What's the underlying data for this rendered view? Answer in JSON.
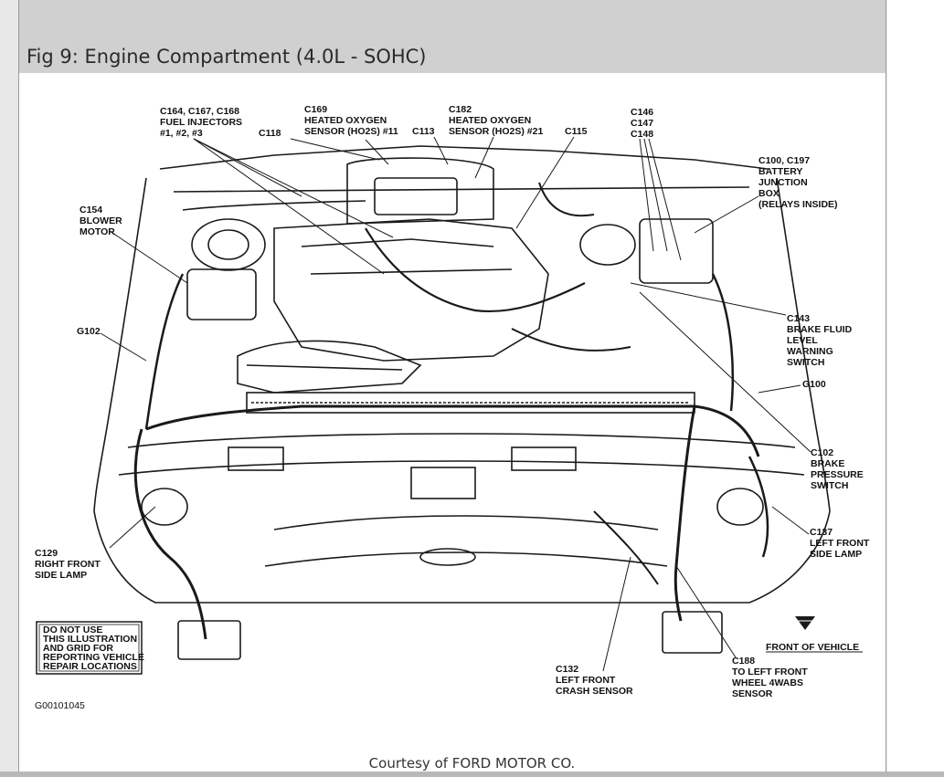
{
  "figure": {
    "title": "Fig 9: Engine Compartment (4.0L - SOHC)",
    "courtesy": "Courtesy of FORD MOTOR CO.",
    "image_code": "G00101045",
    "disclaimer": [
      "DO NOT USE",
      "THIS ILLUSTRATION",
      "AND GRID FOR",
      "REPORTING VEHICLE",
      "REPAIR  LOCATIONS"
    ],
    "direction_label": "FRONT OF VEHICLE"
  },
  "labels": {
    "fuel_injectors": [
      "C164, C167, C168",
      "FUEL INJECTORS",
      "#1, #2, #3"
    ],
    "c118": [
      "C118"
    ],
    "ho2s_11": [
      "C169",
      "HEATED OXYGEN",
      "SENSOR (HO2S) #11"
    ],
    "c113": [
      "C113"
    ],
    "ho2s_21": [
      "C182",
      "HEATED OXYGEN",
      "SENSOR (HO2S) #21"
    ],
    "c115": [
      "C115"
    ],
    "c146": [
      "C146",
      "C147",
      "C148"
    ],
    "battery_junction": [
      "C100, C197",
      "BATTERY",
      "JUNCTION",
      "BOX",
      "(RELAYS INSIDE)"
    ],
    "blower_motor": [
      "C154",
      "BLOWER",
      "MOTOR"
    ],
    "g102": [
      "G102"
    ],
    "brake_fluid": [
      "C143",
      "BRAKE FLUID",
      "LEVEL",
      "WARNING",
      "SWITCH"
    ],
    "g100": [
      "G100"
    ],
    "brake_pressure": [
      "C102",
      "BRAKE",
      "PRESSURE",
      "SWITCH"
    ],
    "left_side_lamp": [
      "C137",
      "LEFT FRONT",
      "SIDE LAMP"
    ],
    "right_side_lamp": [
      "C129",
      "RIGHT FRONT",
      "SIDE LAMP"
    ],
    "crash_sensor": [
      "C132",
      "LEFT FRONT",
      "CRASH SENSOR"
    ],
    "wheel_sensor": [
      "C188",
      "TO LEFT FRONT",
      "WHEEL 4WABS",
      "SENSOR"
    ]
  },
  "colors": {
    "line": "#1a1a1a",
    "header_bg": "#d0d0d0"
  }
}
